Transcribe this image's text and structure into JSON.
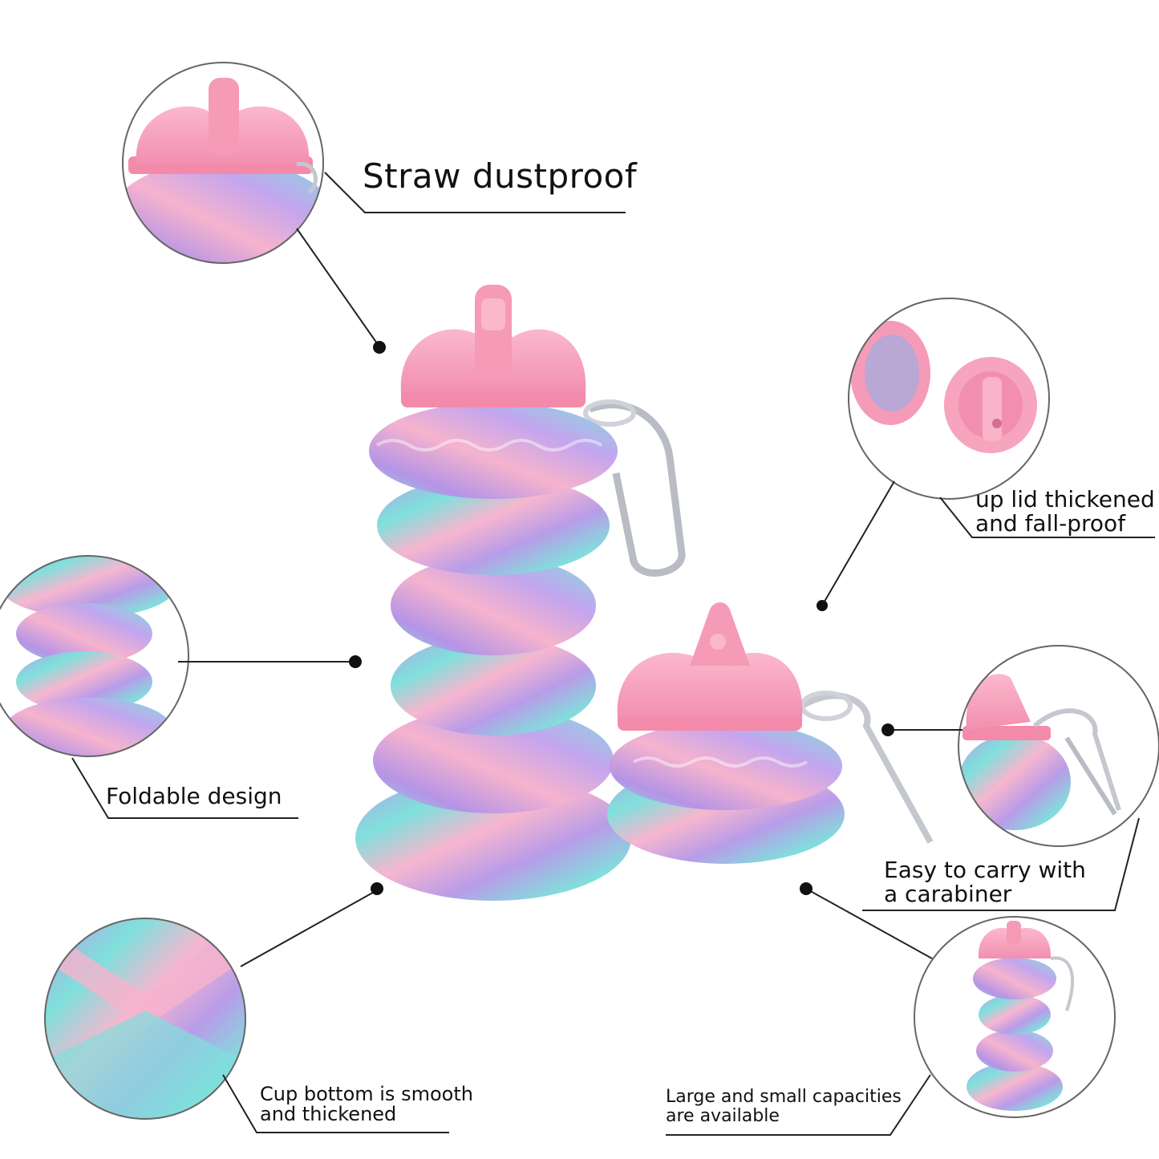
{
  "features": {
    "straw": {
      "text": "Straw dustproof"
    },
    "lid": {
      "line1": "up lid thickened",
      "line2": "and fall-proof"
    },
    "foldable": {
      "text": "Foldable design"
    },
    "carabiner": {
      "line1": "Easy to carry with",
      "line2": "a carabiner"
    },
    "bottom": {
      "line1": "Cup bottom is smooth",
      "line2": "and thickened"
    },
    "capacity": {
      "line1": "Large and small capacities",
      "line2": "are available"
    }
  },
  "colors": {
    "pink": "#f7a6c4",
    "lavender": "#b89ce8",
    "aqua": "#7fe0dc",
    "lid_pink": "#f59bb7",
    "silver": "#c9ccd2"
  }
}
